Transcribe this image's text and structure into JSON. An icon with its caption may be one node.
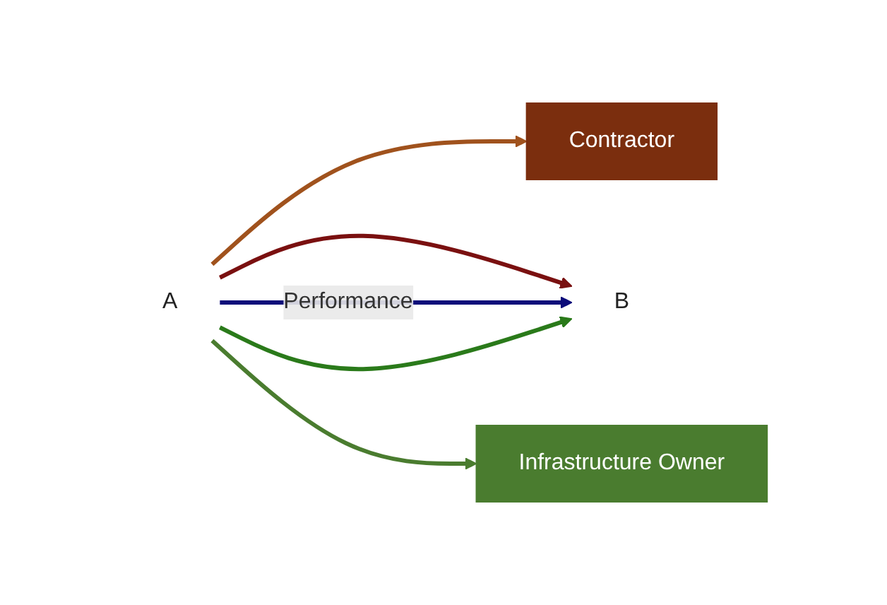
{
  "diagram": {
    "nodes": [
      {
        "text": [
          "Contractor"
        ]
      },
      {
        "text": [
          "B"
        ]
      },
      {
        "text": [
          "A"
        ]
      },
      {
        "text": [
          "Infrastructure Owner"
        ]
      }
    ],
    "edges": [
      {
        "from": 2,
        "to": 0,
        "arrow": "to",
        "color": "#a0521d"
      },
      {
        "from": 2,
        "to": 1,
        "arrow": "to",
        "color": "#7a1010"
      },
      {
        "from": 2,
        "to": 1,
        "arrow": "to",
        "color": "#0c0c7a",
        "label": "Performance"
      },
      {
        "from": 2,
        "to": 1,
        "arrow": "to",
        "color": "#2a7a1a"
      },
      {
        "from": 2,
        "to": 3,
        "arrow": "to",
        "color": "#4a7c2f"
      }
    ]
  }
}
